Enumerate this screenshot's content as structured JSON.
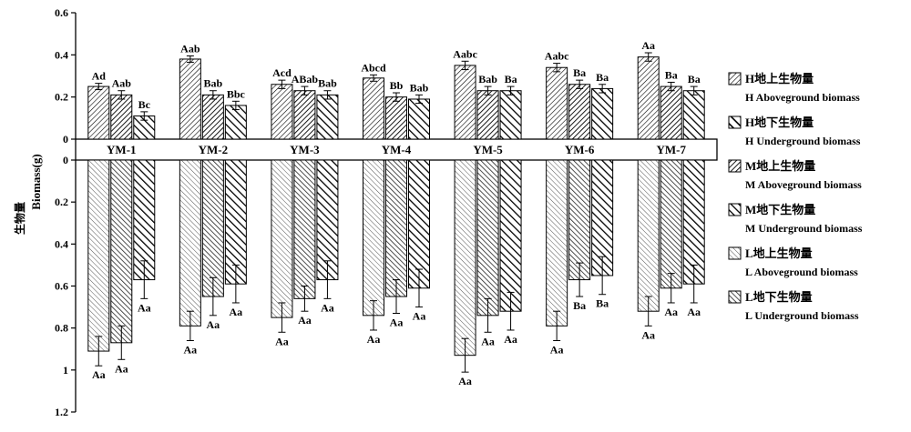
{
  "chart_data": {
    "type": "bar",
    "ylabel_cn": "生物量",
    "ylabel": "Biomass(g)",
    "categories": [
      "YM-1",
      "YM-2",
      "YM-3",
      "YM-4",
      "YM-5",
      "YM-6",
      "YM-7"
    ],
    "top_ylim": [
      0,
      0.6
    ],
    "top_ticks": [
      "0",
      "0.2",
      "0.4",
      "0.6"
    ],
    "bottom_ylim": [
      0,
      1.2
    ],
    "bottom_ticks": [
      "0",
      "0.2",
      "0.4",
      "0.6",
      "0.8",
      "1",
      "1.2"
    ],
    "top_series": [
      {
        "name": "H地上生物量 H Aboveground biomass",
        "values": [
          0.25,
          0.38,
          0.26,
          0.29,
          0.35,
          0.34,
          0.39
        ],
        "errors": [
          0.015,
          0.015,
          0.02,
          0.015,
          0.02,
          0.02,
          0.02
        ],
        "labels": [
          "Ad",
          "Aab",
          "Acd",
          "Abcd",
          "Aabc",
          "Aabc",
          "Aa"
        ]
      },
      {
        "name": "M地上生物量 M Aboveground biomass",
        "values": [
          0.21,
          0.21,
          0.23,
          0.2,
          0.23,
          0.26,
          0.25
        ],
        "errors": [
          0.02,
          0.02,
          0.02,
          0.02,
          0.02,
          0.02,
          0.02
        ],
        "labels": [
          "Aab",
          "Bab",
          "ABab",
          "Bb",
          "Bab",
          "Ba",
          "Ba"
        ]
      },
      {
        "name": "L地上生物量 L Aboveground biomass",
        "values": [
          0.11,
          0.16,
          0.21,
          0.19,
          0.23,
          0.24,
          0.23
        ],
        "errors": [
          0.02,
          0.02,
          0.02,
          0.02,
          0.02,
          0.02,
          0.02
        ],
        "labels": [
          "Bc",
          "Bbc",
          "Bab",
          "Bab",
          "Ba",
          "Ba",
          "Ba"
        ]
      }
    ],
    "bottom_series": [
      {
        "name": "H地下生物量 H Underground biomass",
        "values": [
          0.91,
          0.79,
          0.75,
          0.74,
          0.93,
          0.79,
          0.72
        ],
        "errors": [
          0.07,
          0.07,
          0.07,
          0.07,
          0.08,
          0.07,
          0.07
        ],
        "labels": [
          "Aa",
          "Aa",
          "Aa",
          "Aa",
          "Aa",
          "Aa",
          "Aa"
        ]
      },
      {
        "name": "M地下生物量 M Underground biomass",
        "values": [
          0.87,
          0.65,
          0.66,
          0.65,
          0.74,
          0.57,
          0.61
        ],
        "errors": [
          0.08,
          0.09,
          0.06,
          0.08,
          0.08,
          0.08,
          0.07
        ],
        "labels": [
          "Aa",
          "Aa",
          "Aa",
          "Aa",
          "Aa",
          "Ba",
          "Aa"
        ]
      },
      {
        "name": "L地下生物量 L Underground biomass",
        "values": [
          0.57,
          0.59,
          0.57,
          0.61,
          0.72,
          0.55,
          0.59
        ],
        "errors": [
          0.09,
          0.09,
          0.09,
          0.09,
          0.09,
          0.09,
          0.09
        ],
        "labels": [
          "Aa",
          "Aa",
          "Aa",
          "Aa",
          "Aa",
          "Ba",
          "Aa"
        ]
      }
    ],
    "legend": [
      {
        "cn": "H地上生物量",
        "en": "H Aboveground biomass",
        "pattern": "pat-a"
      },
      {
        "cn": "H地下生物量",
        "en": "H Underground biomass",
        "pattern": "pat-b"
      },
      {
        "cn": "M地上生物量",
        "en": "M Aboveground biomass",
        "pattern": "pat-c"
      },
      {
        "cn": "M地下生物量",
        "en": "M Underground biomass",
        "pattern": "pat-d"
      },
      {
        "cn": "L地上生物量",
        "en": "L Aboveground biomass",
        "pattern": "pat-e"
      },
      {
        "cn": "L地下生物量",
        "en": "L Underground biomass",
        "pattern": "pat-f"
      }
    ],
    "legend_position": "right",
    "grid": false
  }
}
